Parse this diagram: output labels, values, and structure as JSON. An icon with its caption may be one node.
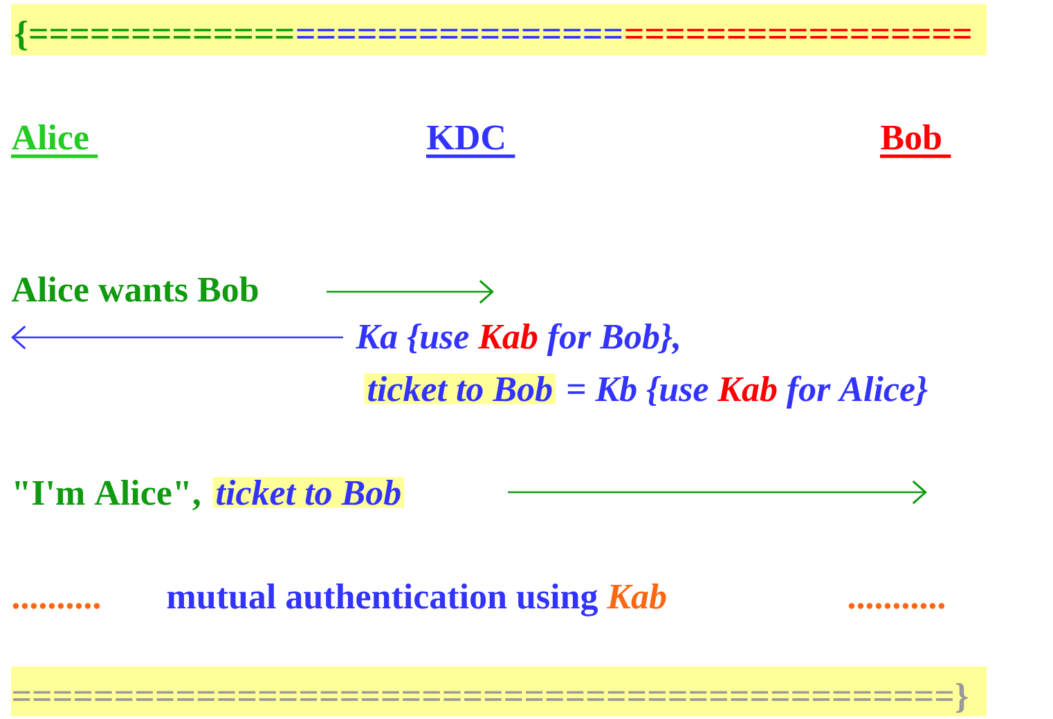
{
  "diagram": {
    "nodes": [
      {
        "text": [
          "Alice"
        ]
      },
      {
        "text": [
          "KDC"
        ]
      },
      {
        "text": [
          "Bob"
        ]
      }
    ],
    "labels": [
      "{=============",
      "================",
      "=================",
      "Alice wants Bob",
      "Ka {use",
      "Kab",
      "for Bob},",
      "ticket to Bob",
      "= Kb {use",
      "Kab",
      "for Alice}",
      "\"I'm Alice\",",
      "ticket to Bob",
      "..........",
      "mutual authentication using",
      "Kab",
      "...........",
      "==============================================}"
    ]
  }
}
